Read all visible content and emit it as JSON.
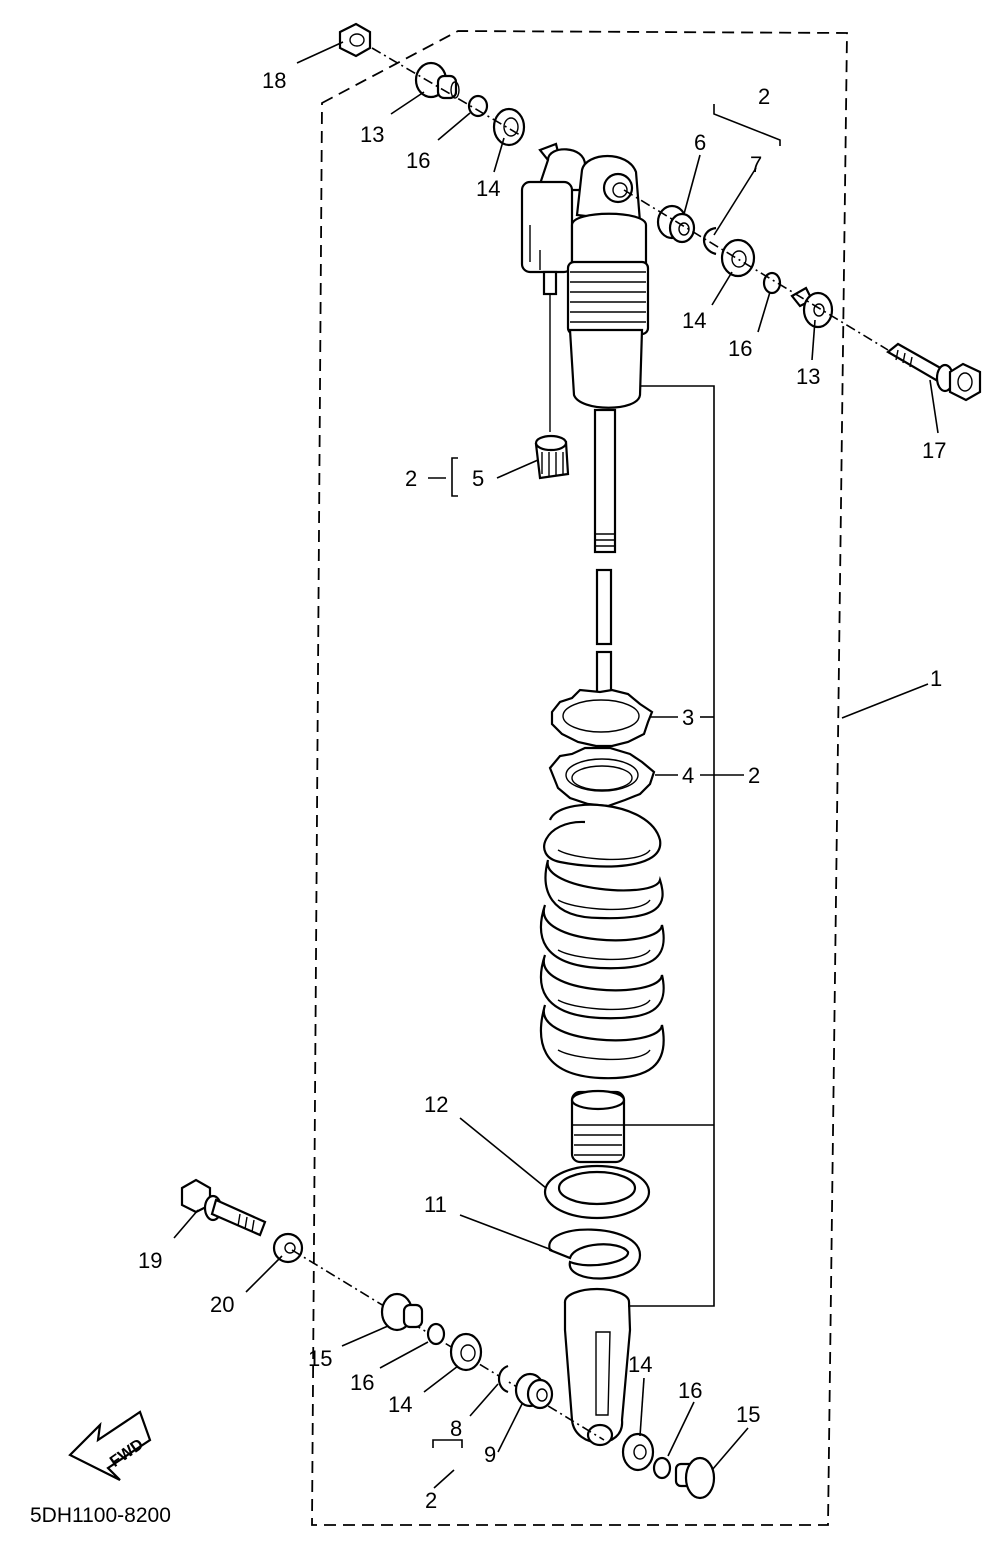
{
  "diagram": {
    "code": "5DH1100-8200",
    "fwd_label": "FWD",
    "callouts": {
      "c1": "1",
      "c2_top": "2",
      "c2_left": "2",
      "c2_right": "2",
      "c2_bottom": "2",
      "c3": "3",
      "c4": "4",
      "c5": "5",
      "c6": "6",
      "c7": "7",
      "c8": "8",
      "c9": "9",
      "c11": "11",
      "c12": "12",
      "c13_top": "13",
      "c13_right": "13",
      "c14_top": "14",
      "c14_right": "14",
      "c14_bottom_left": "14",
      "c14_bottom_right": "14",
      "c15_left": "15",
      "c15_right": "15",
      "c16_top": "16",
      "c16_right": "16",
      "c16_bottom_left": "16",
      "c16_bottom_right": "16",
      "c17": "17",
      "c18": "18",
      "c19": "19",
      "c20": "20"
    }
  }
}
